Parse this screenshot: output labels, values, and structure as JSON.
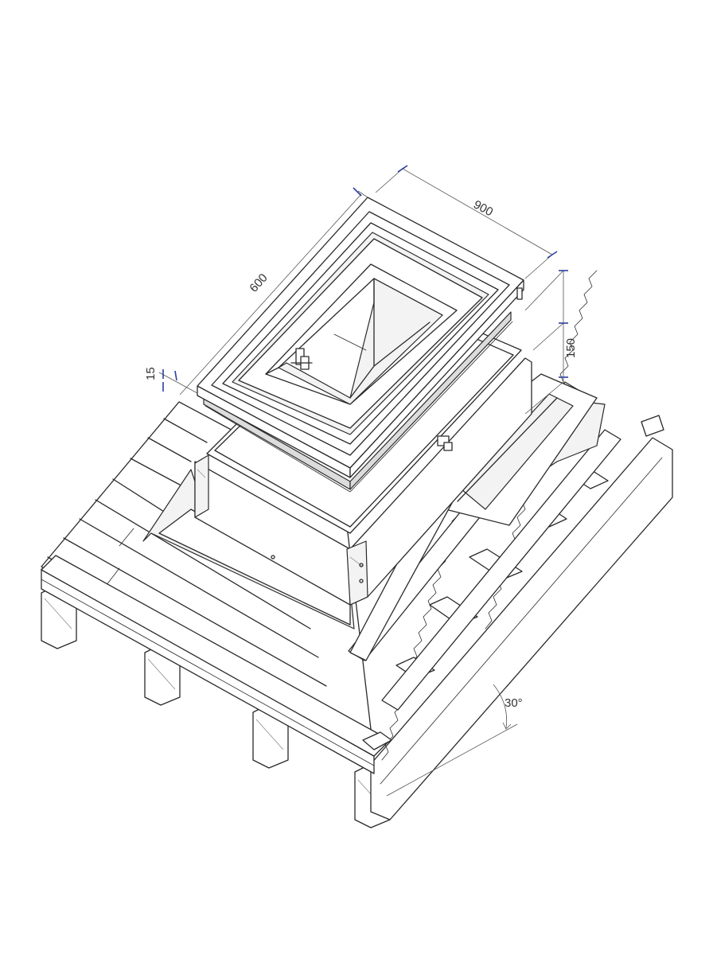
{
  "dimensions": {
    "length_top": "900",
    "length_side": "600",
    "height": "150",
    "frame_thickness": "15",
    "roof_pitch": "30°"
  },
  "colors": {
    "dimension_ticks": "#2b3f9e",
    "line": "#2a2a2a"
  }
}
